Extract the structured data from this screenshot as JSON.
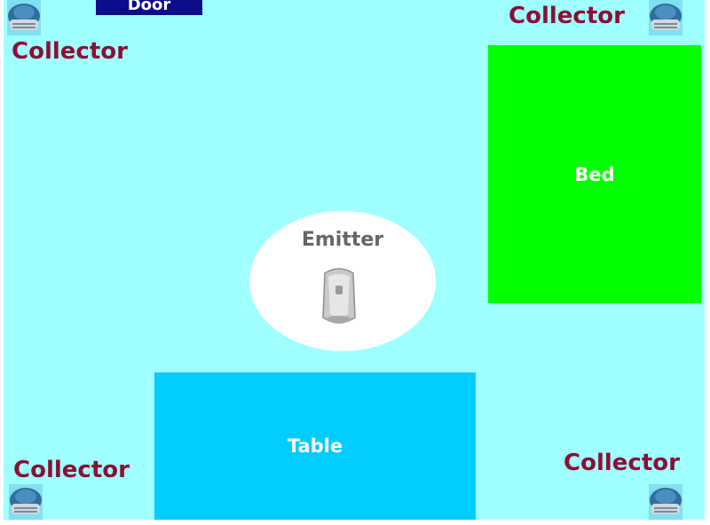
{
  "door": {
    "label": "Door",
    "color": "#0c0c8a"
  },
  "collectors": [
    {
      "label": "Collector",
      "corner": "top-left",
      "icon": "air-purifier-icon"
    },
    {
      "label": "Collector",
      "corner": "top-right",
      "icon": "air-purifier-icon"
    },
    {
      "label": "Collector",
      "corner": "bottom-left",
      "icon": "air-purifier-icon"
    },
    {
      "label": "Collector",
      "corner": "bottom-right",
      "icon": "air-purifier-icon"
    }
  ],
  "bed": {
    "label": "Bed",
    "color": "#00ff00"
  },
  "table": {
    "label": "Table",
    "color": "#00ccff"
  },
  "emitter": {
    "label": "Emitter",
    "icon": "air-freshener-icon"
  },
  "colors": {
    "floor": "#a0ffff",
    "collector_text": "#8b0f35",
    "emitter_text": "#666666"
  }
}
